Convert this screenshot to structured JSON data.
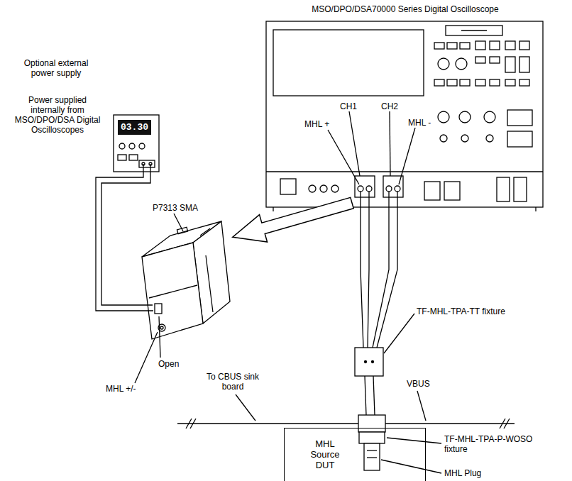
{
  "diagram": {
    "nodes": [
      {
        "text": [
          "03.30"
        ]
      },
      {
        "text": [
          "MHL Source DUT"
        ]
      }
    ],
    "labels": [
      "MSO/DPO/DSA70000 Series Digital Oscilloscope",
      "CH1",
      "CH2",
      "MHL +",
      "MHL -",
      "Optional external power supply",
      "Power supplied internally from MSO/DPO/DSA Digital Oscilloscopes",
      "P7313 SMA",
      "TF-MHL-TPA-TT fixture",
      "To CBUS sink board",
      "VBUS",
      "Open",
      "MHL +/-",
      "TF-MHL-TPA-P-WOSO fixture",
      "MHL Plug"
    ]
  }
}
